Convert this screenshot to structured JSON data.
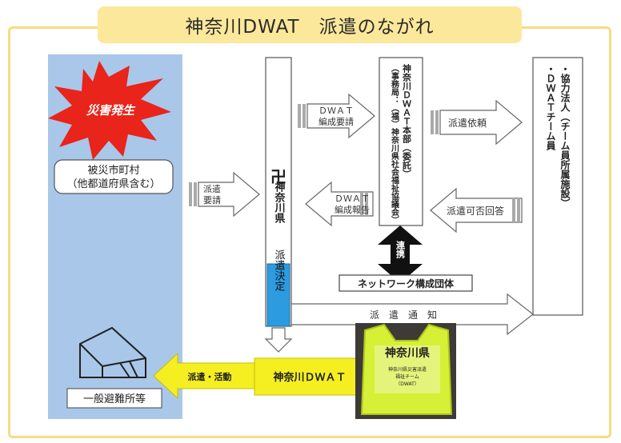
{
  "title": "神奈川DWAT　派遣のながれ",
  "disaster": "災害発生",
  "municipality": "被災市町村\n（他都道府県含む）",
  "arrow_request": "派遣\n要請",
  "prefecture": "神奈川県",
  "decision": "派遣決定",
  "arrow_formation_request": "ＤＷＡＴ\n編成要請",
  "arrow_formation_report": "ＤＷＡＴ\n編成報告",
  "hq": "神奈川ＤＷＡＴ本部（委託）\n（事務局：（福）神奈川県社会福祉協議会）",
  "arrow_dispatch_request": "派遣依頼",
  "arrow_dispatch_reply": "派遣可否回答",
  "partners": "・協力法人（チーム員所属施設）\n・ＤＷＡＴチーム員",
  "liaison": "連携",
  "network": "ネットワーク構成団体",
  "dispatch_notice": "派　遣　通　知",
  "dwat_team": "神奈川ＤＷＡＴ",
  "arrow_activity": "派遣・活動",
  "shelter": "一般避難所等",
  "vest_title": "神奈川県",
  "vest_text": "神奈川県災害派遣\n福祉チーム\n（DWAT）"
}
